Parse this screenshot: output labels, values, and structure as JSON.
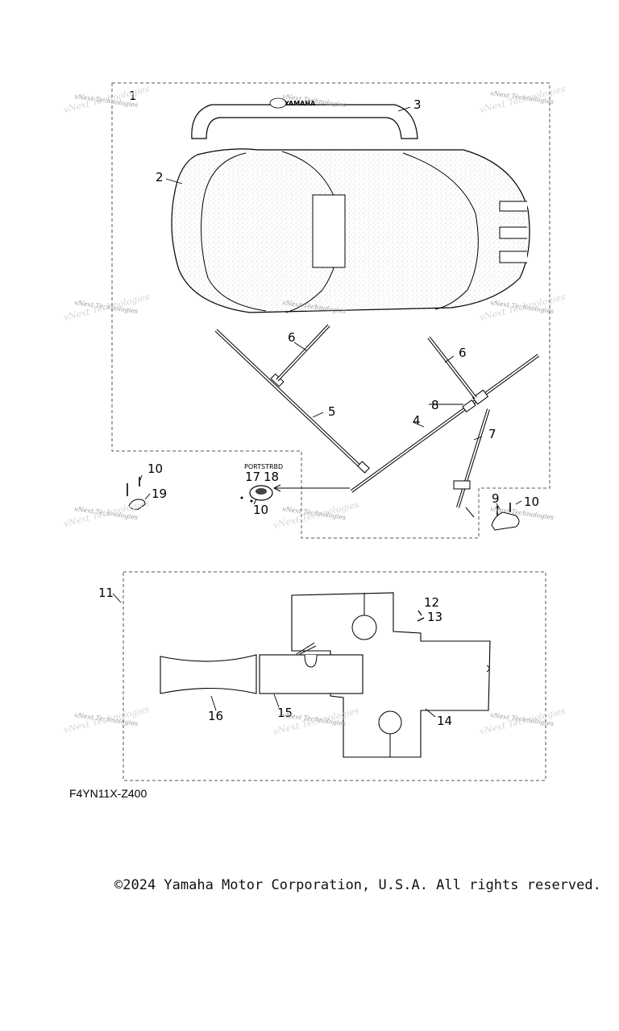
{
  "diagram": {
    "callouts": [
      "1",
      "2",
      "3",
      "4",
      "5",
      "6",
      "6",
      "7",
      "8",
      "9",
      "10",
      "10",
      "10",
      "11",
      "12",
      "13",
      "14",
      "15",
      "16",
      "17",
      "18",
      "19"
    ],
    "port_label": "PORT",
    "strbd_label": "STRBD",
    "figure_code": "F4YN11X-Z400",
    "cover_logo_text": "YAMAHA",
    "watermark_text": "vNext Technologies",
    "watermark_logo_text": "vNext Technologies"
  },
  "footer": {
    "copyright": "©2024 Yamaha Motor Corporation, U.S.A. All rights reserved."
  },
  "colors": {
    "line": "#000000",
    "dashed_border": "#555555",
    "stipple": "#bbbbbb",
    "watermark": "#999999"
  }
}
